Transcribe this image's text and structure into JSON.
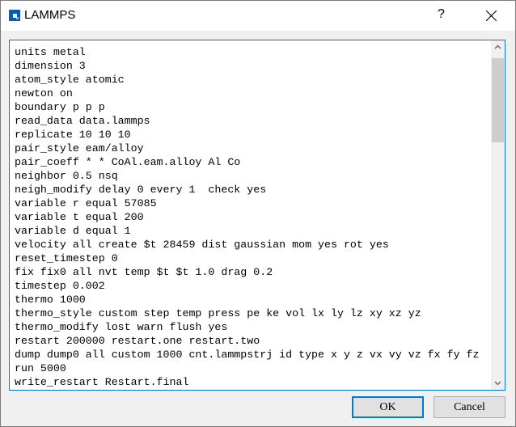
{
  "window": {
    "title": "LAMMPS",
    "help_label": "?"
  },
  "editor": {
    "lines": [
      "units metal",
      "dimension 3",
      "atom_style atomic",
      "newton on",
      "boundary p p p",
      "read_data data.lammps",
      "replicate 10 10 10",
      "pair_style eam/alloy",
      "pair_coeff * * CoAl.eam.alloy Al Co",
      "neighbor 0.5 nsq",
      "neigh_modify delay 0 every 1  check yes",
      "variable r equal 57085",
      "variable t equal 200",
      "variable d equal 1",
      "velocity all create $t 28459 dist gaussian mom yes rot yes",
      "reset_timestep 0",
      "fix fix0 all nvt temp $t $t 1.0 drag 0.2",
      "timestep 0.002",
      "thermo 1000",
      "thermo_style custom step temp press pe ke vol lx ly lz xy xz yz",
      "thermo_modify lost warn flush yes",
      "restart 200000 restart.one restart.two",
      "dump dump0 all custom 1000 cnt.lammpstrj id type x y z vx vy vz fx fy fz",
      "run 5000",
      "write_restart Restart.final"
    ]
  },
  "buttons": {
    "ok": "OK",
    "cancel": "Cancel"
  }
}
